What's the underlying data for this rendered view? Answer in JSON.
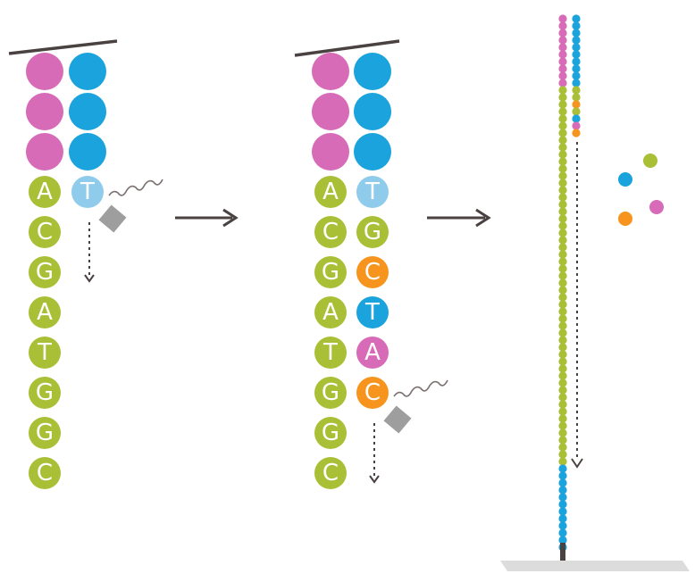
{
  "colors": {
    "magenta": "#d76bb7",
    "blue": "#1aa3dc",
    "green": "#a9bf35",
    "orange": "#f7941d",
    "light_blue": "#8fcbea",
    "gray_tag": "#9e9e9e",
    "dark_line": "#4a4141",
    "platform": "#dcdcdc"
  },
  "stages": [
    {
      "id": "stage-1",
      "template_bases": [
        "A",
        "C",
        "G",
        "A",
        "T",
        "G",
        "G",
        "C"
      ],
      "primer_rows": 3,
      "incorporated_bases": [
        {
          "letter": "T",
          "color": "light_blue",
          "has_tag": true
        }
      ]
    },
    {
      "id": "stage-2",
      "template_bases": [
        "A",
        "C",
        "G",
        "A",
        "T",
        "G",
        "G",
        "C"
      ],
      "primer_rows": 3,
      "incorporated_bases": [
        {
          "letter": "T",
          "color": "light_blue",
          "has_tag": false
        },
        {
          "letter": "G",
          "color": "green",
          "has_tag": false
        },
        {
          "letter": "C",
          "color": "orange",
          "has_tag": false
        },
        {
          "letter": "T",
          "color": "blue",
          "has_tag": false
        },
        {
          "letter": "A",
          "color": "magenta",
          "has_tag": false
        },
        {
          "letter": "C",
          "color": "orange",
          "has_tag": true
        }
      ]
    }
  ],
  "long_strand": {
    "left_column": [
      "magenta",
      "magenta",
      "magenta",
      "magenta",
      "magenta",
      "magenta",
      "magenta",
      "magenta",
      "magenta",
      "magenta",
      "green",
      "green",
      "green",
      "green",
      "green",
      "green",
      "green",
      "green",
      "green",
      "green",
      "green",
      "green",
      "green",
      "green",
      "green",
      "green",
      "green",
      "green",
      "green",
      "green",
      "green",
      "green",
      "green",
      "green",
      "green",
      "green",
      "green",
      "green",
      "green",
      "green",
      "green",
      "green",
      "green",
      "green",
      "green",
      "green",
      "green",
      "green",
      "green",
      "green",
      "green",
      "green",
      "green",
      "green",
      "green",
      "green",
      "green",
      "green",
      "green",
      "green",
      "green",
      "green",
      "green",
      "blue",
      "blue",
      "blue",
      "blue",
      "blue",
      "blue",
      "blue",
      "blue",
      "blue",
      "blue",
      "blue",
      "blue"
    ],
    "right_column": [
      "blue",
      "blue",
      "blue",
      "blue",
      "blue",
      "blue",
      "blue",
      "blue",
      "blue",
      "blue",
      "green",
      "green",
      "orange",
      "green",
      "blue",
      "magenta",
      "orange"
    ]
  },
  "free_nucleotides": [
    "blue",
    "green",
    "orange",
    "magenta"
  ]
}
